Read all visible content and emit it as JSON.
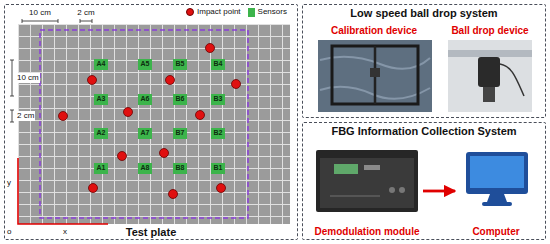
{
  "diagram": {
    "nodes": [
      {
        "text": [
          "Test plate"
        ]
      },
      {
        "text": [
          "A4"
        ],
        "in": 0
      },
      {
        "text": [
          "A5"
        ],
        "in": 0
      },
      {
        "text": [
          "B5"
        ],
        "in": 0
      },
      {
        "text": [
          "B4"
        ],
        "in": 0
      },
      {
        "text": [
          "A3"
        ],
        "in": 0
      },
      {
        "text": [
          "A6"
        ],
        "in": 0
      },
      {
        "text": [
          "B6"
        ],
        "in": 0
      },
      {
        "text": [
          "B3"
        ],
        "in": 0
      },
      {
        "text": [
          "A2"
        ],
        "in": 0
      },
      {
        "text": [
          "A7"
        ],
        "in": 0
      },
      {
        "text": [
          "B7"
        ],
        "in": 0
      },
      {
        "text": [
          "B2"
        ],
        "in": 0
      },
      {
        "text": [
          "A1"
        ],
        "in": 0
      },
      {
        "text": [
          "A8"
        ],
        "in": 0
      },
      {
        "text": [
          "B8"
        ],
        "in": 0
      },
      {
        "text": [
          "B1"
        ],
        "in": 0
      },
      {
        "text": [
          "Low speed ball drop system"
        ]
      },
      {
        "text": [
          "Calibration device"
        ],
        "in": 17
      },
      {
        "text": [
          "Ball drop device"
        ],
        "in": 17
      },
      {
        "text": [
          "FBG Information Collection System"
        ]
      },
      {
        "text": [
          "Demodulation module"
        ],
        "in": 20
      },
      {
        "text": [
          "Computer"
        ],
        "in": 20
      }
    ],
    "edges": [
      {
        "from": 21,
        "to": 22,
        "arrow": "to"
      }
    ],
    "labels": [
      "10 cm",
      "2 cm",
      "10 cm",
      "2 cm",
      "y",
      "x",
      "o"
    ],
    "legend": [
      {
        "text": "Impact point",
        "color": "#e01010"
      },
      {
        "text": "Sensors",
        "color": "#3cb44b"
      }
    ]
  }
}
